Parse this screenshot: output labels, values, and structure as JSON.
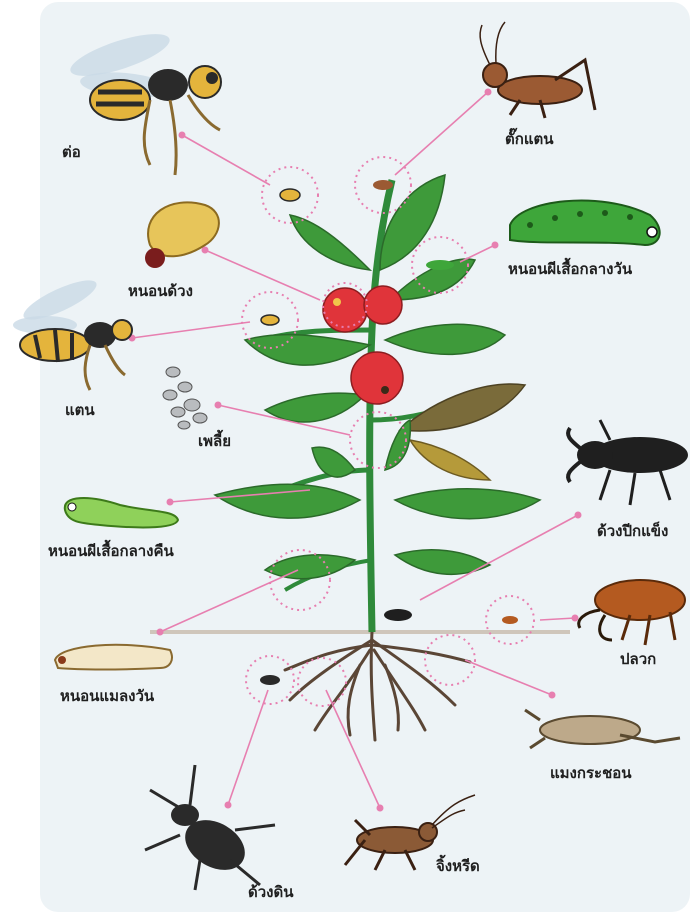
{
  "labels": {
    "wasp": "ต่อ",
    "grasshopper": "ตั๊กแตน",
    "grub": "หนอนด้วง",
    "green_caterpillar": "หนอนผีเสื้อกลางวัน",
    "hornet": "แตน",
    "aphid": "เพลี้ย",
    "night_caterpillar": "หนอนผีเสื้อกลางคืน",
    "black_beetle": "ด้วงปีกแข็ง",
    "earwig": "ปลวก",
    "maggot": "หนอนแมลงวัน",
    "mole_cricket": "แมงกระชอน",
    "ground_beetle": "ด้วงดิน",
    "cricket": "จิ้งหรีด"
  },
  "colors": {
    "panel_bg": "#edf3f6",
    "leader_line": "#e77fb0",
    "leaf": "#3e9a3a",
    "leaf_dark": "#2b6a2a",
    "stem": "#2f8a3a",
    "tomato": "#e0343a",
    "root": "#5b4636"
  }
}
